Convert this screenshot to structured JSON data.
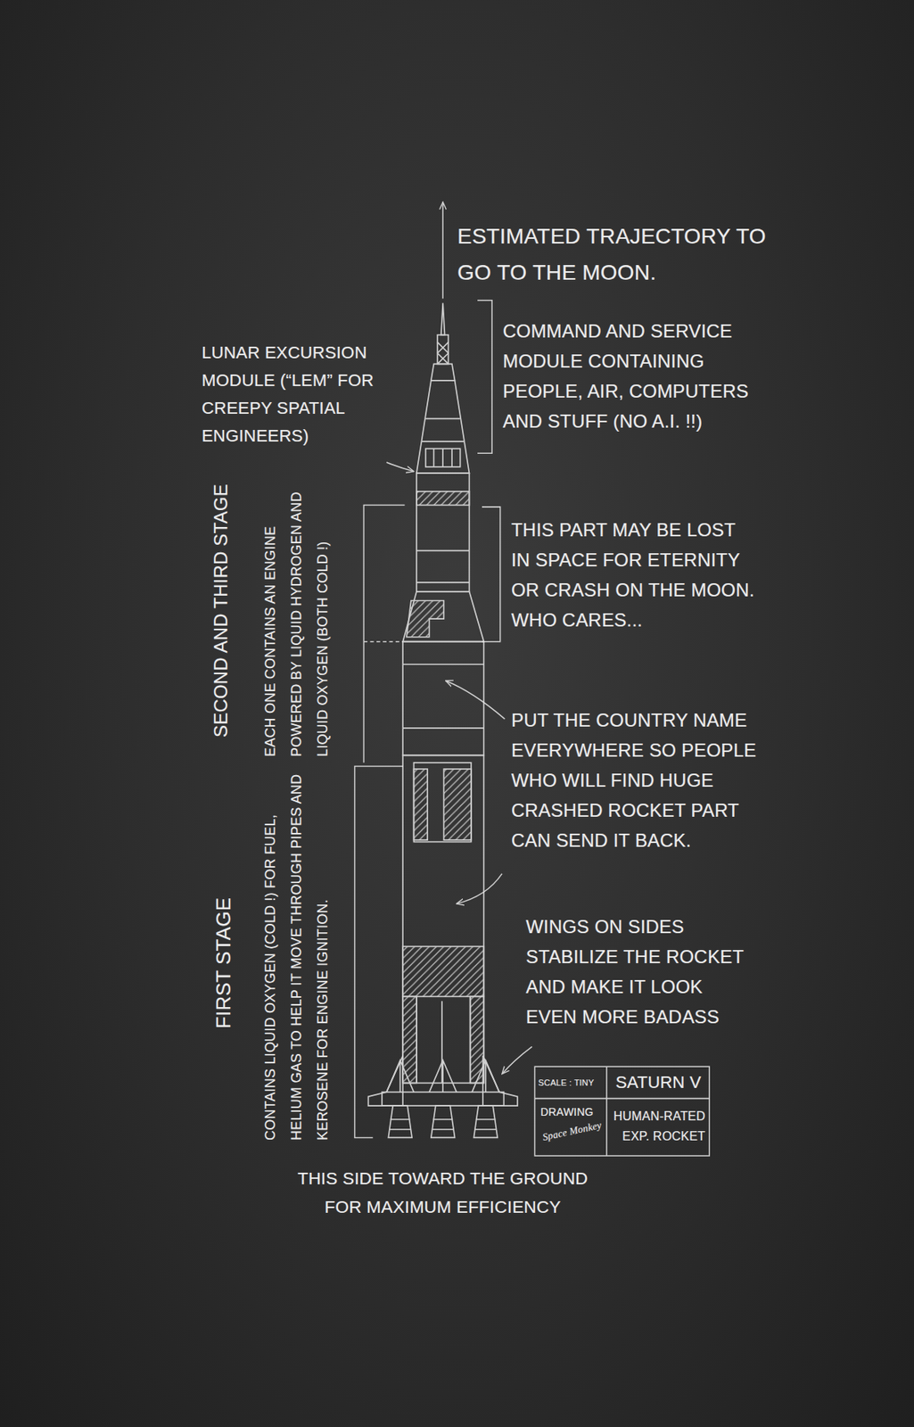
{
  "diagram": {
    "labels": [
      "ESTIMATED TRAJECTORY TO GO TO THE MOON.",
      "LUNAR EXCURSION MODULE (“LEM” FOR CREEPY SPATIAL ENGINEERS)",
      "COMMAND AND SERVICE MODULE CONTAINING PEOPLE, AIR, COMPUTERS AND STUFF (NO A.I. !!)",
      "SECOND AND THIRD STAGE",
      "EACH ONE CONTAINS AN ENGINE POWERED BY LIQUID HYDROGEN AND LIQUID OXYGEN (BOTH COLD !)",
      "THIS PART MAY BE LOST IN SPACE FOR ETERNITY OR CRASH ON THE MOON. WHO CARES...",
      "PUT THE COUNTRY NAME EVERYWHERE SO PEOPLE WHO WILL FIND HUGE CRASHED ROCKET PART CAN SEND IT BACK.",
      "FIRST STAGE",
      "CONTAINS LIQUID OXYGEN (COLD !) FOR FUEL, HELIUM GAS TO HELP IT MOVE THROUGH PIPES AND KEROSENE FOR ENGINE IGNITION.",
      "WINGS ON SIDES STABILIZE THE ROCKET AND MAKE IT LOOK EVEN MORE BADASS",
      "SCALE : TINY",
      "SATURN V",
      "DRAWING",
      "Space Monkey",
      "HUMAN-RATED EXP. ROCKET",
      "THIS SIDE TOWARD THE GROUND FOR MAXIMUM EFFICIENCY"
    ]
  }
}
